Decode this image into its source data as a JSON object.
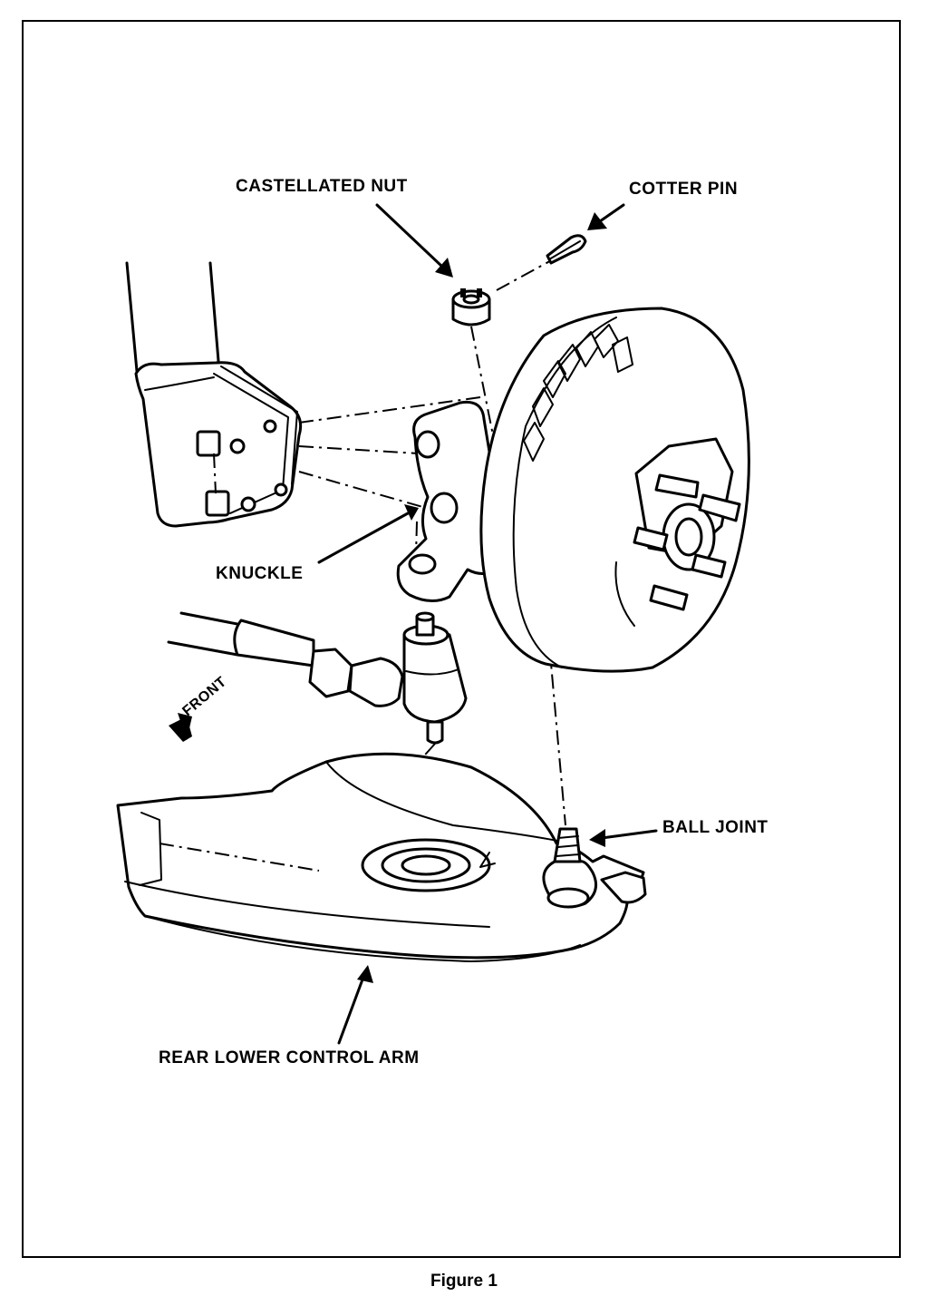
{
  "labels": {
    "castellated_nut": "CASTELLATED NUT",
    "cotter_pin": "COTTER PIN",
    "knuckle": "KNUCKLE",
    "front": "FRONT",
    "ball_joint": "BALL JOINT",
    "rear_lower_control_arm": "REAR LOWER CONTROL ARM"
  },
  "caption": "Figure 1"
}
